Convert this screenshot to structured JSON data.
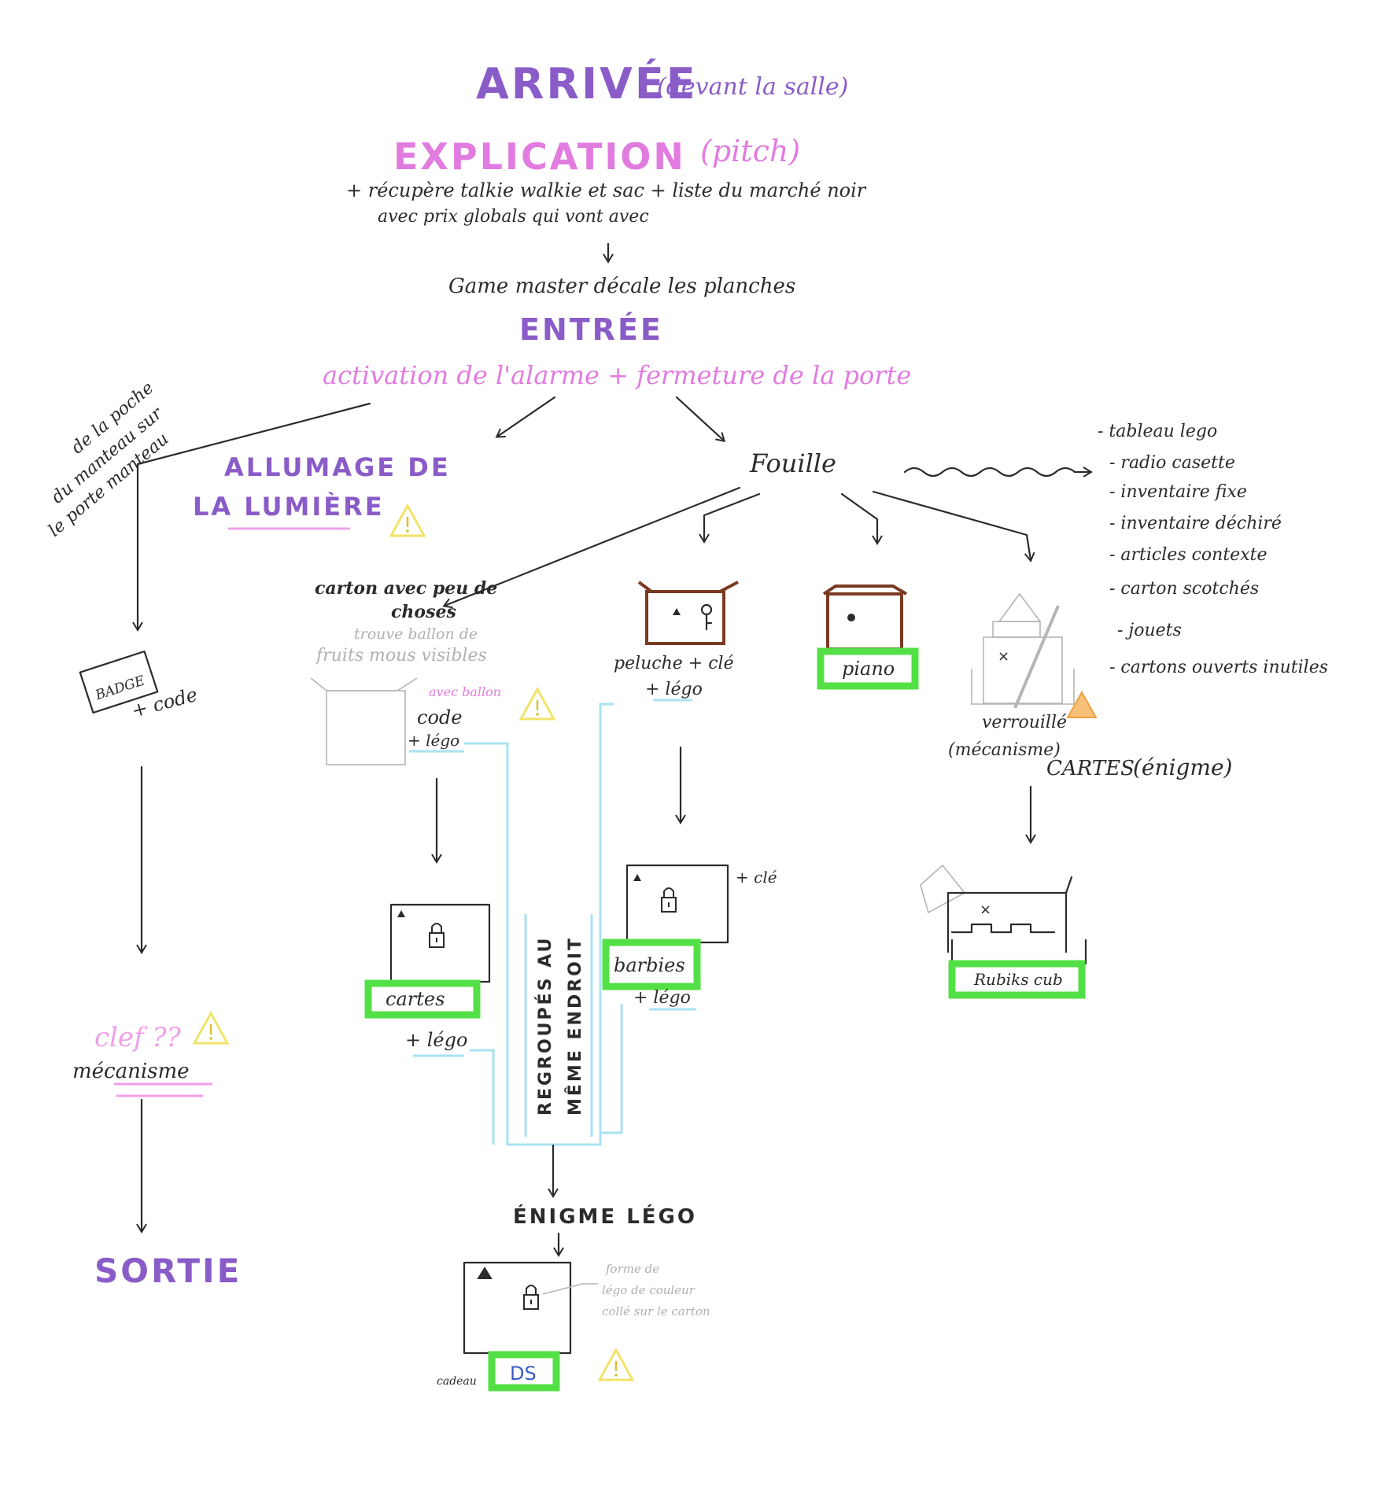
{
  "nodes": {
    "arrivee": "ARRIVÉE",
    "arrivee_note": "(devant la salle)",
    "explication": "EXPLICATION",
    "explication_note": "(pitch)",
    "explication_detail_1": "+ récupère talkie walkie et sac + liste du marché noir",
    "explication_detail_2": "avec prix globals qui vont avec",
    "game_master": "Game master décale les planches",
    "entree": "ENTRÉE",
    "activation": "activation de l'alarme + fermeture de la porte",
    "manteau_1": "de la poche",
    "manteau_2": "du manteau sur",
    "manteau_3": "le porte manteau",
    "allumage_1": "ALLUMAGE DE",
    "allumage_2": "LA LUMIÈRE",
    "fouille": "Fouille",
    "badge": "BADGE",
    "badge_code": "+ code",
    "clef": "clef ??",
    "mecanisme": "mécanisme",
    "sortie": "SORTIE",
    "carton_peu_1": "carton avec peu de",
    "carton_peu_2": "choses",
    "carton_faint_1": "trouve ballon de",
    "carton_faint_2": "fruits mous visibles",
    "avec_ballon": "avec ballon",
    "code": "code",
    "plus_lego": "+ légo",
    "cartes": "cartes",
    "peluche": "peluche + clé",
    "barbies": "barbies",
    "plus_cle": "+ clé",
    "piano": "piano",
    "verrouille": "verrouillé",
    "mecanisme_paren": "(mécanisme)",
    "cartes_enigme_1": "CARTES",
    "cartes_enigme_2": "(énigme)",
    "rubiks": "Rubiks cub",
    "regroupes_1": "REGROUPÉS AU",
    "regroupes_2": "MÊME ENDROIT",
    "enigme_lego": "ÉNIGME LÉGO",
    "forme_1": "forme de",
    "forme_2": "légo de couleur",
    "forme_3": "collé sur le carton",
    "ds": "DS",
    "cadeau": "cadeau"
  },
  "fouille_list": [
    "- tableau lego",
    "- radio casette",
    "- inventaire fixe",
    "- inventaire déchiré",
    "- articles contexte",
    "- carton scotchés",
    "- jouets",
    "- cartons ouverts inutiles"
  ],
  "colors": {
    "ink": "#2b2b2b",
    "purple": "#8a5cc8",
    "pink": "#e27be0",
    "green": "#53e046",
    "cyan": "#a8e3f2",
    "brown": "#7a3a22",
    "yellow": "#f2e36a",
    "orange": "#f0a040",
    "blue": "#3a5cc8"
  },
  "icons": [
    "warning-icon",
    "lock-icon",
    "key-icon",
    "castle-icon",
    "cardboard-box-icon"
  ]
}
